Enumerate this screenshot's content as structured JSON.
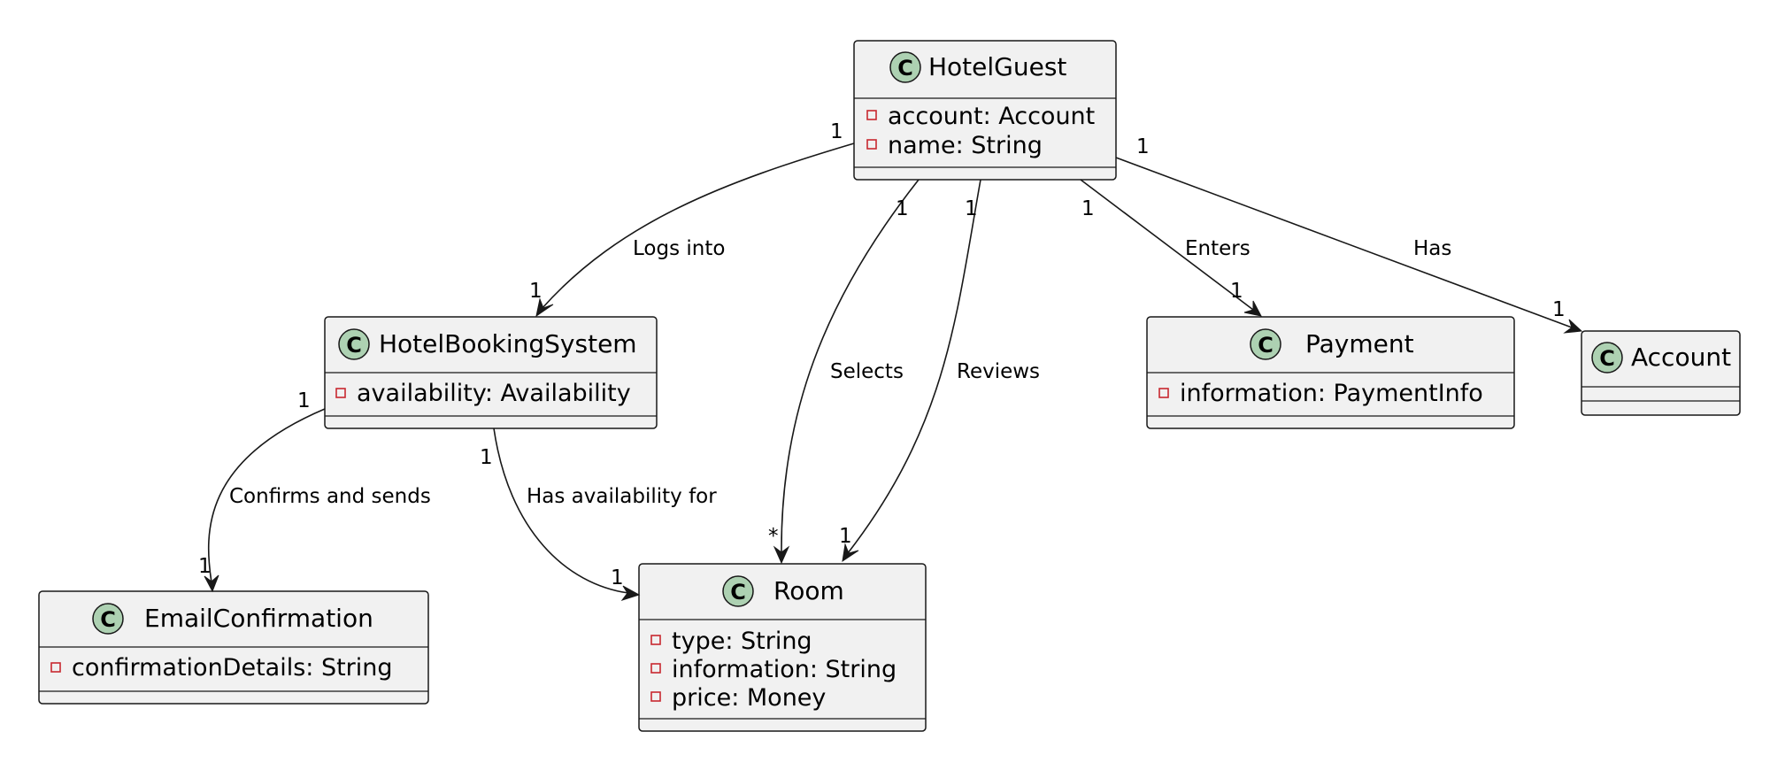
{
  "classes": {
    "hotel_guest": {
      "name": "HotelGuest",
      "stereotype": "C",
      "attributes": [
        {
          "visibility": "private",
          "text": "account: Account"
        },
        {
          "visibility": "private",
          "text": "name: String"
        }
      ]
    },
    "hotel_booking_system": {
      "name": "HotelBookingSystem",
      "stereotype": "C",
      "attributes": [
        {
          "visibility": "private",
          "text": "availability: Availability"
        }
      ]
    },
    "payment": {
      "name": "Payment",
      "stereotype": "C",
      "attributes": [
        {
          "visibility": "private",
          "text": "information: PaymentInfo"
        }
      ]
    },
    "account": {
      "name": "Account",
      "stereotype": "C",
      "attributes": []
    },
    "email_confirmation": {
      "name": "EmailConfirmation",
      "stereotype": "C",
      "attributes": [
        {
          "visibility": "private",
          "text": "confirmationDetails: String"
        }
      ]
    },
    "room": {
      "name": "Room",
      "stereotype": "C",
      "attributes": [
        {
          "visibility": "private",
          "text": "type: String"
        },
        {
          "visibility": "private",
          "text": "information: String"
        },
        {
          "visibility": "private",
          "text": "price: Money"
        }
      ]
    }
  },
  "relations": {
    "logs_into": {
      "label": "Logs into",
      "from": "HotelGuest",
      "to": "HotelBookingSystem",
      "from_mult": "1",
      "to_mult": "1"
    },
    "selects": {
      "label": "Selects",
      "from": "HotelGuest",
      "to": "Room",
      "from_mult": "1",
      "to_mult": "*"
    },
    "reviews": {
      "label": "Reviews",
      "from": "HotelGuest",
      "to": "Room",
      "from_mult": "1",
      "to_mult": "1"
    },
    "enters": {
      "label": "Enters",
      "from": "HotelGuest",
      "to": "Payment",
      "from_mult": "1",
      "to_mult": "1"
    },
    "has": {
      "label": "Has",
      "from": "HotelGuest",
      "to": "Account",
      "from_mult": "1",
      "to_mult": "1"
    },
    "confirms_and_sends": {
      "label": "Confirms and sends",
      "from": "HotelBookingSystem",
      "to": "EmailConfirmation",
      "from_mult": "1",
      "to_mult": "1"
    },
    "has_availability_for": {
      "label": "Has availability for",
      "from": "HotelBookingSystem",
      "to": "Room",
      "from_mult": "1",
      "to_mult": "1"
    }
  },
  "colors": {
    "class_fill": "#f1f1f1",
    "class_border": "#181818",
    "stereotype_circle": "#add1b2",
    "private_marker": "#c82930"
  }
}
